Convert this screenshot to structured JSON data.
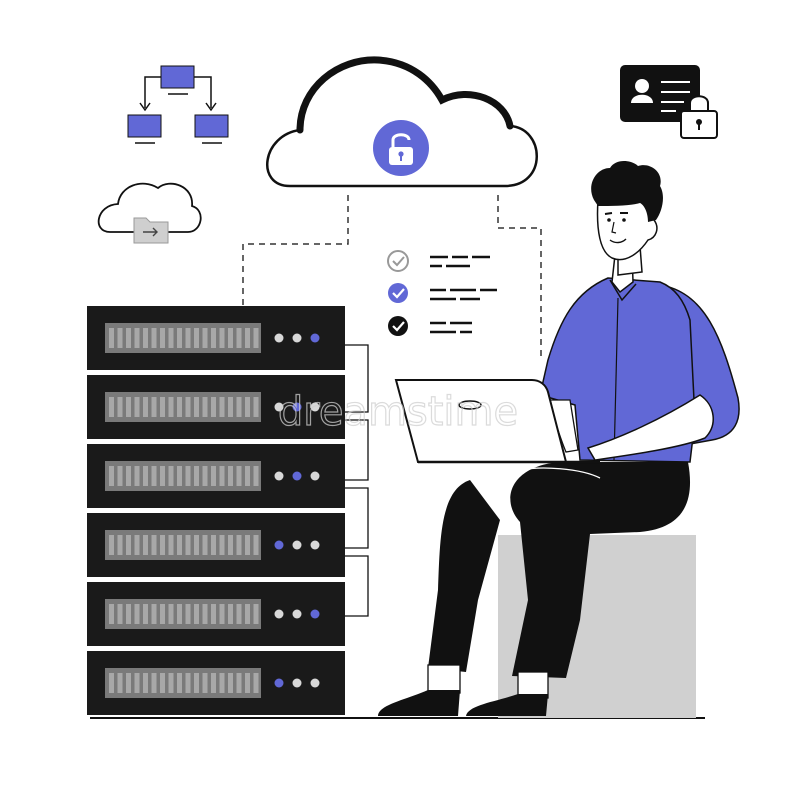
{
  "illustration": {
    "watermark_text": "dreamstime",
    "colors": {
      "accent": "#6168D6",
      "ink": "#111111",
      "server_body": "#1a1a1a",
      "drive_bay": "#7a7a7a",
      "drive_slot": "#a8a8a8",
      "seat": "#d0d0d0",
      "skin": "#ffffff",
      "dot_light": "#d8d8d8"
    },
    "icons": {
      "cloud_main": "cloud-lock-icon",
      "network": "network-diagram-icon",
      "cloud_folder": "cloud-folder-icon",
      "id_card": "id-card-lock-icon",
      "checks": [
        "check-circle-gray-icon",
        "check-circle-purple-icon",
        "check-circle-black-icon"
      ]
    },
    "server_units": [
      {
        "dots": [
          "light",
          "light",
          "accent"
        ]
      },
      {
        "dots": [
          "light",
          "accent",
          "light"
        ]
      },
      {
        "dots": [
          "light",
          "accent",
          "light"
        ]
      },
      {
        "dots": [
          "accent",
          "light",
          "light"
        ]
      },
      {
        "dots": [
          "light",
          "light",
          "accent"
        ]
      },
      {
        "dots": [
          "accent",
          "light",
          "light"
        ]
      }
    ]
  }
}
